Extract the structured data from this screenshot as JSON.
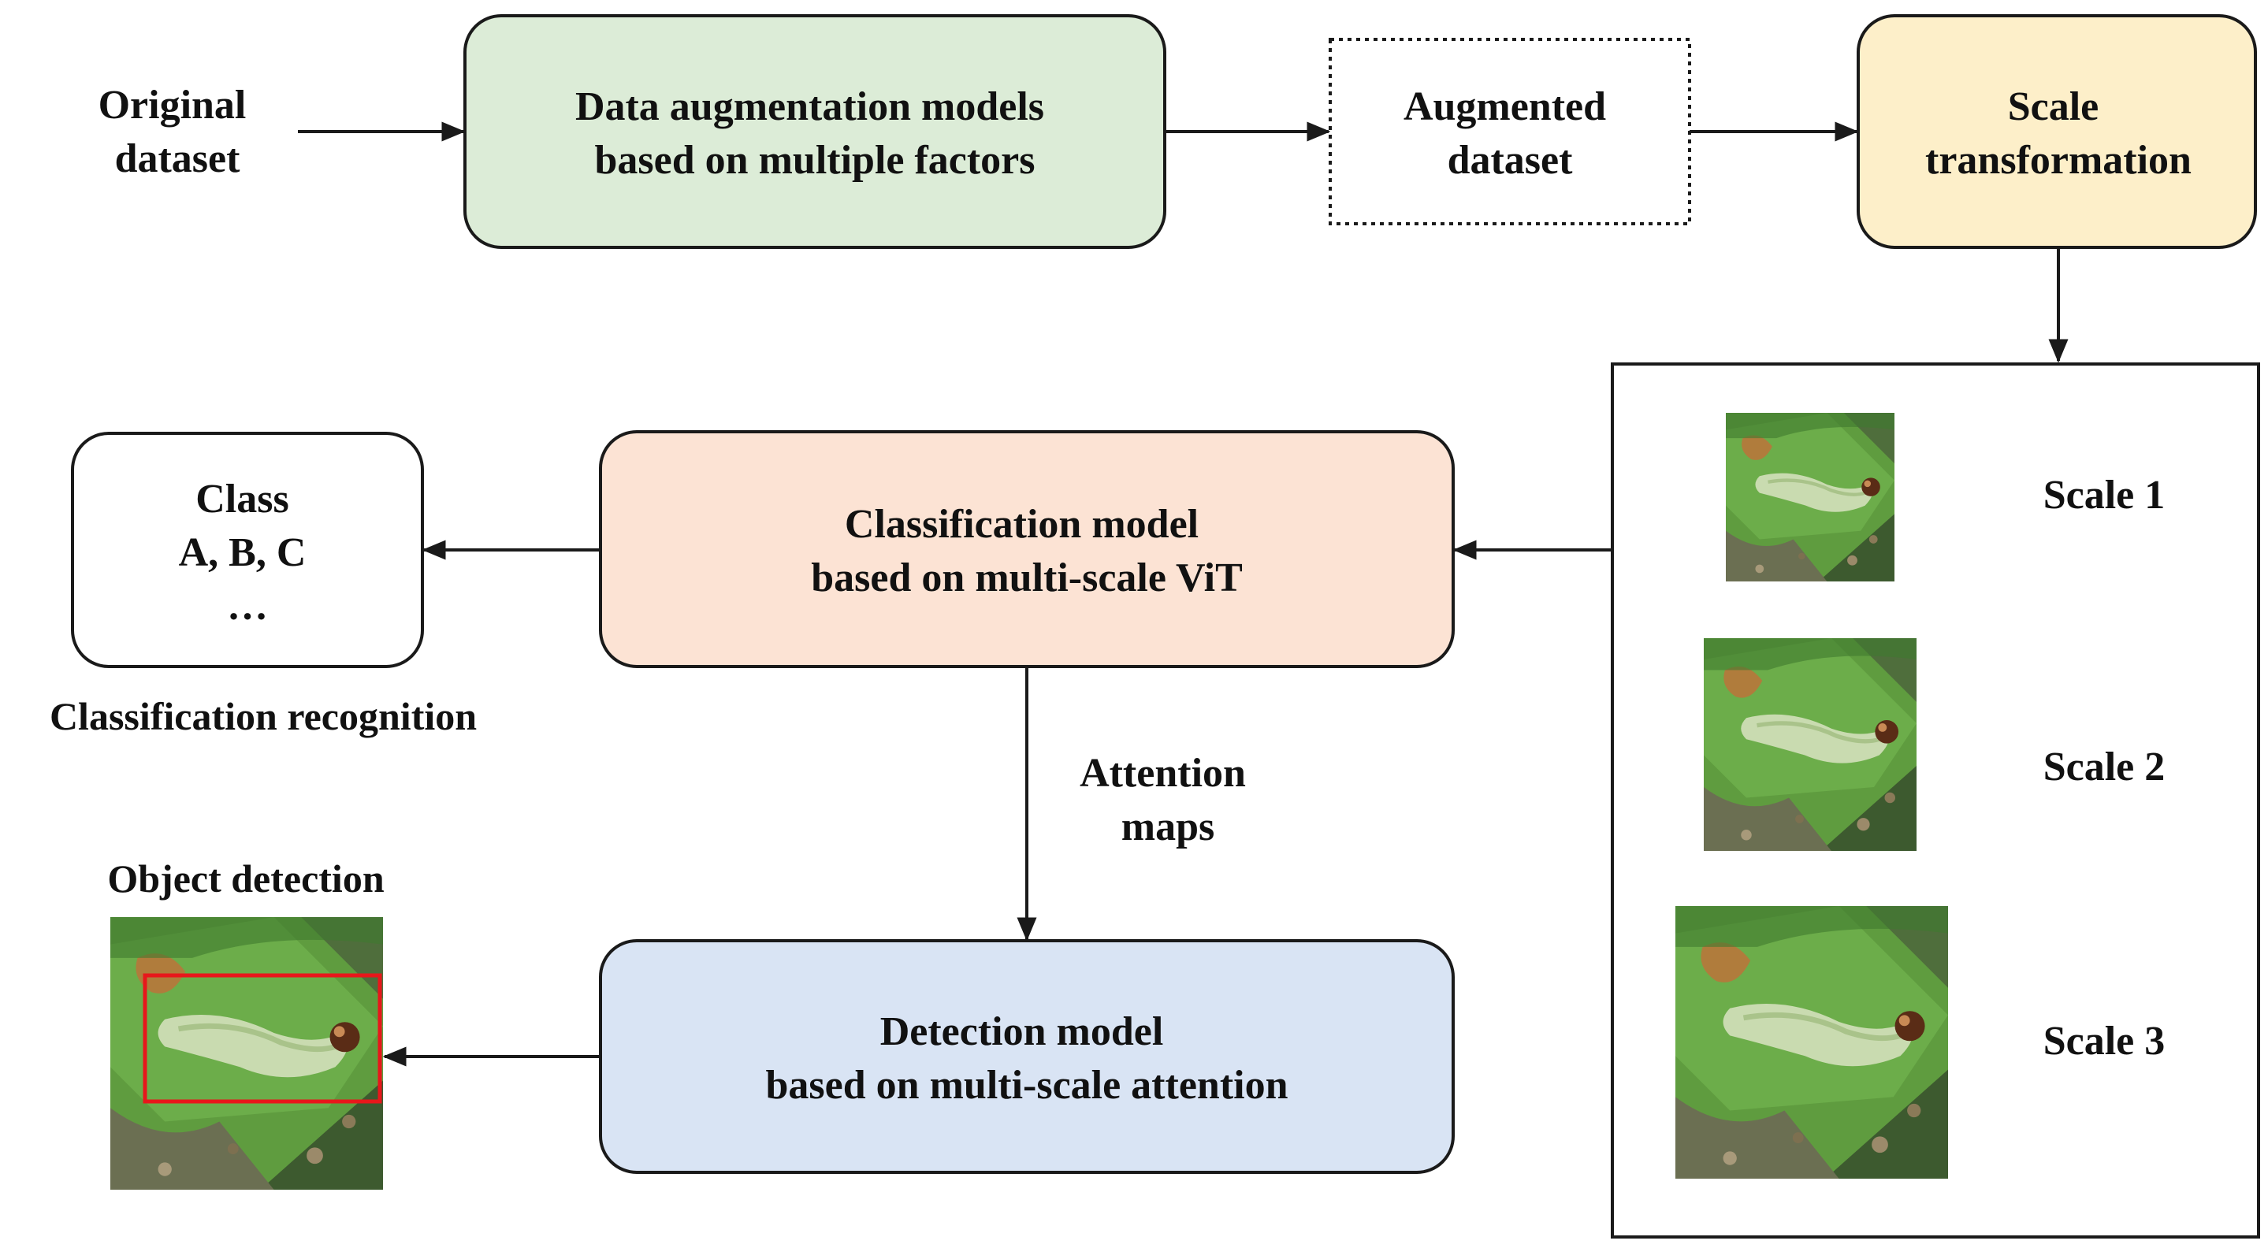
{
  "nodes": {
    "original": {
      "lines": [
        "Original",
        "dataset"
      ]
    },
    "augmentation": {
      "lines": [
        "Data augmentation models",
        "based on multiple factors"
      ]
    },
    "augmented": {
      "lines": [
        "Augmented",
        "dataset"
      ]
    },
    "scale_transform": {
      "lines": [
        "Scale",
        "transformation"
      ]
    },
    "class_box": {
      "lines": [
        "Class",
        "A, B, C",
        "…"
      ]
    },
    "classification": {
      "lines": [
        "Classification model",
        "based on multi-scale ViT"
      ]
    },
    "detection": {
      "lines": [
        "Detection model",
        "based on multi-scale attention"
      ]
    }
  },
  "labels": {
    "classification_recognition": "Classification recognition",
    "object_detection": "Object detection",
    "attention_maps": [
      "Attention",
      "maps"
    ]
  },
  "scales": [
    "Scale 1",
    "Scale 2",
    "Scale 3"
  ],
  "colors": {
    "augmentation_fill": "#dcecd7",
    "scale_transform_fill": "#fdefc9",
    "classification_fill": "#fce3d4",
    "detection_fill": "#d9e4f4",
    "detection_box": "#e8171b",
    "stroke": "#1a1a1a"
  },
  "images": {
    "caterpillar": "green caterpillar on leaf photo"
  }
}
